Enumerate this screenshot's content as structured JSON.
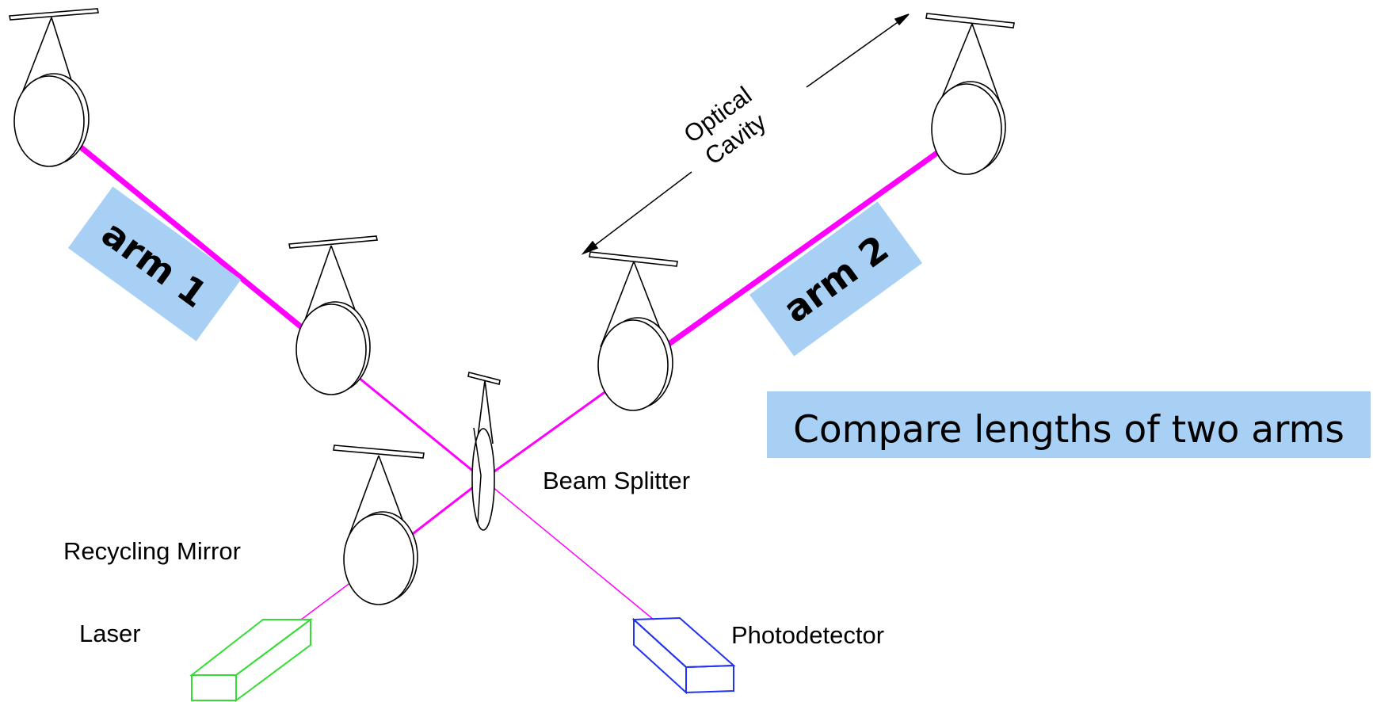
{
  "labels": {
    "optical_cavity_line1": "Optical",
    "optical_cavity_line2": "Cavity",
    "beam_splitter": "Beam Splitter",
    "recycling_mirror": "Recycling Mirror",
    "laser": "Laser",
    "photodetector": "Photodetector"
  },
  "tags": {
    "arm1": "arm 1",
    "arm2": "arm 2"
  },
  "note": "Compare lengths of two arms",
  "colors": {
    "beam": "#ff00ff",
    "tag_background": "#a8d0f5",
    "laser": "#33dd33",
    "photodetector": "#2233ee"
  }
}
